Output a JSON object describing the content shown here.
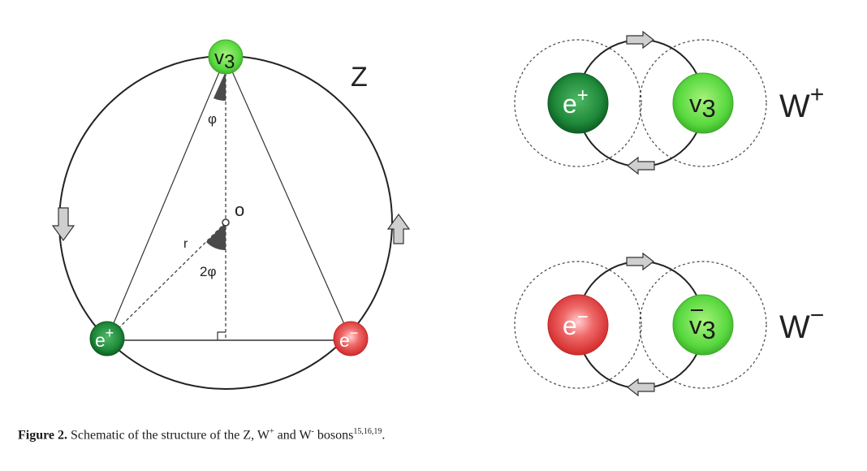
{
  "z_diagram": {
    "boson_label": "Z",
    "center_label": "o",
    "radius_label": "r",
    "angle_top_label": "φ",
    "angle_center_label": "2φ",
    "particles": {
      "top": {
        "base": "v",
        "sub": "3"
      },
      "left": {
        "base": "e",
        "sup": "+"
      },
      "right": {
        "base": "e",
        "sup": "−"
      }
    }
  },
  "w_plus": {
    "label_base": "W",
    "label_sup": "+",
    "left_particle": {
      "base": "e",
      "sup": "+"
    },
    "right_particle": {
      "base": "v",
      "sub": "3"
    }
  },
  "w_minus": {
    "label_base": "W",
    "label_sup": "−",
    "left_particle": {
      "base": "e",
      "sup": "−"
    },
    "right_particle": {
      "base": "v",
      "sub": "3",
      "bar": true
    }
  },
  "caption": {
    "label": "Figure 2.",
    "text_1": " Schematic of the structure of the Z, W",
    "sup_1": "+",
    "text_2": " and W",
    "sup_2": "-",
    "text_3": " bosons",
    "refs": "15,16,19",
    "end": "."
  },
  "colors": {
    "positron": "#1f8a3a",
    "electron": "#e23a3a",
    "neutrino": "#6fe25a",
    "arrow_fill": "#cfcfcf"
  }
}
